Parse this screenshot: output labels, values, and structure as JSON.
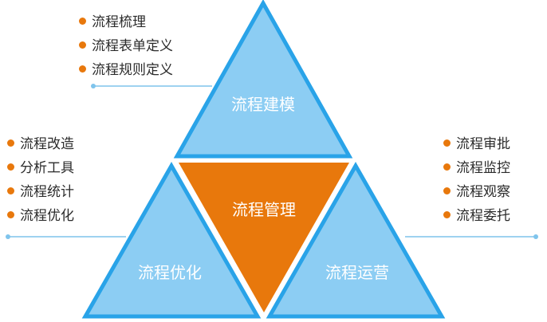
{
  "colors": {
    "triangle_fill": "#8ccdf3",
    "triangle_stroke": "#29a3e8",
    "center_fill": "#e8780c",
    "bullet": "#e8780c",
    "connector": "#7fc4ec"
  },
  "triangles": {
    "top": {
      "label": "流程建模"
    },
    "left": {
      "label": "流程优化"
    },
    "right": {
      "label": "流程运营"
    },
    "center": {
      "label": "流程管理"
    }
  },
  "lists": {
    "top": [
      "流程梳理",
      "流程表单定义",
      "流程规则定义"
    ],
    "left": [
      "流程改造",
      "分析工具",
      "流程统计",
      "流程优化"
    ],
    "right": [
      "流程审批",
      "流程监控",
      "流程观察",
      "流程委托"
    ]
  }
}
